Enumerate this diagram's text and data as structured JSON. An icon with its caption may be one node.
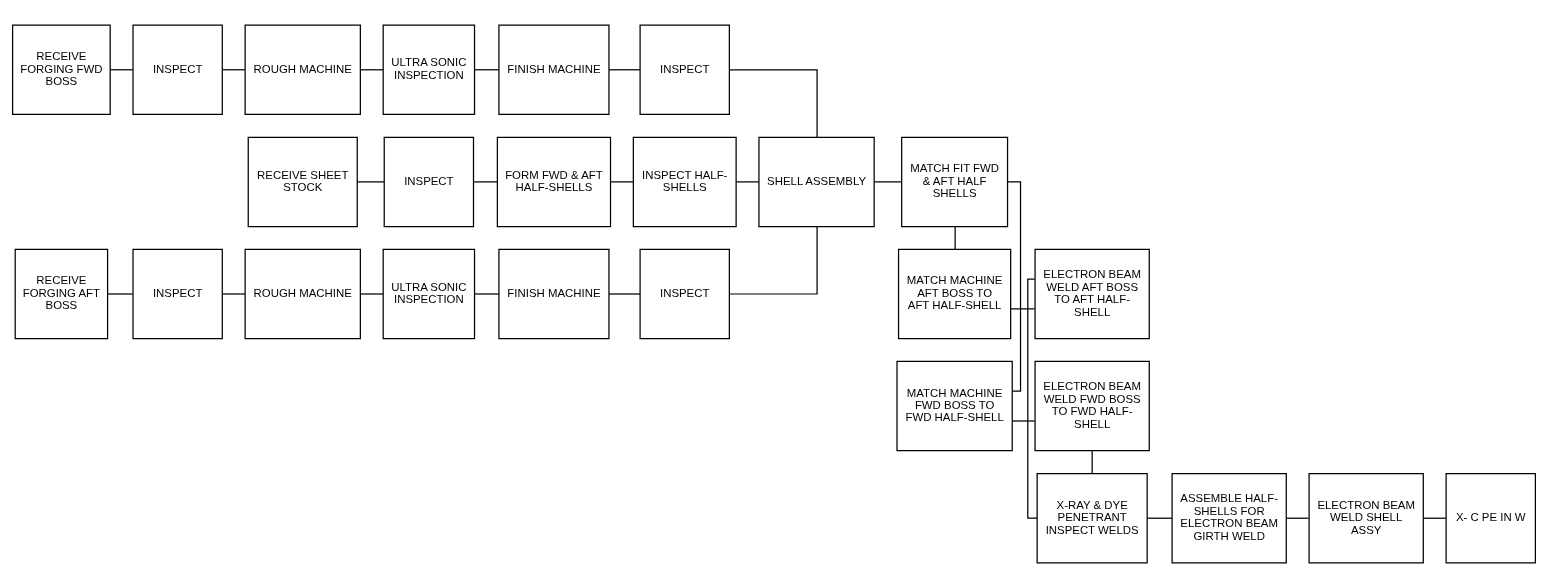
{
  "diagram": {
    "nodes": [
      {
        "text": [
          "RECEIVE FORGING FWD BOSS"
        ]
      },
      {
        "text": [
          "INSPECT"
        ]
      },
      {
        "text": [
          "ROUGH MACHINE"
        ]
      },
      {
        "text": [
          "ULTRA SONIC INSPECTION"
        ]
      },
      {
        "text": [
          "FINISH MACHINE"
        ]
      },
      {
        "text": [
          "INSPECT"
        ]
      },
      {
        "text": [
          "RECEIVE SHEET STOCK"
        ]
      },
      {
        "text": [
          "INSPECT"
        ]
      },
      {
        "text": [
          "FORM FWD & AFT HALF-SHELLS"
        ]
      },
      {
        "text": [
          "INSPECT HALF-SHELLS"
        ]
      },
      {
        "text": [
          "SHELL ASSEMBLY"
        ]
      },
      {
        "text": [
          "RECEIVE FORGING AFT BOSS"
        ]
      },
      {
        "text": [
          "INSPECT"
        ]
      },
      {
        "text": [
          "ROUGH MACHINE"
        ]
      },
      {
        "text": [
          "ULTRA SONIC INSPECTION"
        ]
      },
      {
        "text": [
          "FINISH MACHINE"
        ]
      },
      {
        "text": [
          "INSPECT"
        ]
      },
      {
        "text": [
          "MATCH MACHINE FWD BOSS TO FWD HALF-SHELL"
        ]
      },
      {
        "text": [
          "ELECTRON BEAM WELD FWD BOSS TO FWD HALF-SHELL"
        ]
      },
      {
        "text": [
          "MATCH FIT FWD & AFT HALF SHELLS"
        ]
      },
      {
        "text": [
          "X-RAY & DYE PENETRANT INSPECT WELDS"
        ]
      },
      {
        "text": [
          "MATCH MACHINE AFT BOSS TO AFT HALF-SHELL"
        ]
      },
      {
        "text": [
          "ELECTRON BEAM WELD AFT BOSS TO AFT HALF-SHELL"
        ]
      },
      {
        "text": [
          "ASSEMBLE HALF-SHELLS FOR ELECTRON BEAM GIRTH WELD"
        ]
      },
      {
        "text": [
          "ELECTRON BEAM WELD SHELL ASSY"
        ]
      },
      {
        "text": [
          "X- C PE IN W"
        ]
      }
    ],
    "edges": [
      {
        "from": 0,
        "to": 1,
        "arrow": "none"
      },
      {
        "from": 1,
        "to": 2,
        "arrow": "none"
      },
      {
        "from": 2,
        "to": 3,
        "arrow": "none"
      },
      {
        "from": 3,
        "to": 4,
        "arrow": "none"
      },
      {
        "from": 4,
        "to": 5,
        "arrow": "none"
      },
      {
        "from": 5,
        "to": 10,
        "arrow": "none"
      },
      {
        "from": 6,
        "to": 7,
        "arrow": "none"
      },
      {
        "from": 7,
        "to": 8,
        "arrow": "none"
      },
      {
        "from": 8,
        "to": 9,
        "arrow": "none"
      },
      {
        "from": 9,
        "to": 10,
        "arrow": "none"
      },
      {
        "from": 11,
        "to": 12,
        "arrow": "none"
      },
      {
        "from": 12,
        "to": 13,
        "arrow": "none"
      },
      {
        "from": 13,
        "to": 14,
        "arrow": "none"
      },
      {
        "from": 14,
        "to": 15,
        "arrow": "none"
      },
      {
        "from": 15,
        "to": 16,
        "arrow": "none"
      },
      {
        "from": 16,
        "to": 10,
        "arrow": "none"
      },
      {
        "from": 10,
        "to": 19,
        "arrow": "none"
      },
      {
        "from": 19,
        "to": 17,
        "arrow": "none"
      },
      {
        "from": 17,
        "to": 18,
        "arrow": "none"
      },
      {
        "from": 18,
        "to": 20,
        "arrow": "none"
      },
      {
        "from": 19,
        "to": 21,
        "arrow": "none"
      },
      {
        "from": 21,
        "to": 22,
        "arrow": "none"
      },
      {
        "from": 22,
        "to": 20,
        "arrow": "none"
      },
      {
        "from": 20,
        "to": 23,
        "arrow": "none"
      },
      {
        "from": 23,
        "to": 24,
        "arrow": "none"
      },
      {
        "from": 24,
        "to": 25,
        "arrow": "none"
      }
    ]
  }
}
